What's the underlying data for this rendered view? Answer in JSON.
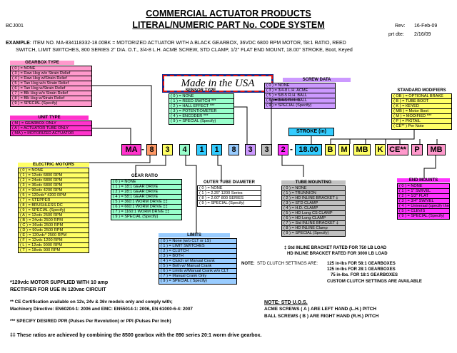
{
  "header": {
    "title1": "COMMERCIAL ACTUATOR PRODUCTS",
    "title2": "LITERAL/NUMERIC PART No. CODE SYSTEM",
    "doc_id": "BCJ001",
    "rev_label": "Rev:",
    "rev_date": "16-Feb-09",
    "prt_label": "prt dte:",
    "prt_date": "2/16/09",
    "example_label": "EXAMPLE",
    "example_line1": ": ITEM NO. MA-834118332-18.00BK = MOTORIZED ACTUATOR WITH A BLACK GEARBOX, 36VDC 6800 RPM MOTOR, 58:1 RATIO, REED",
    "example_line2": "SWITCH, LIMIT SWITCHES, 800 SERIES 2\" DIA. O.T., 3/4-8 L.H. ACME SCREW, STD CLAMP, 1/2\" FLAT END MOUNT, 18.00\" STROKE, Boot, Keyed"
  },
  "banner": {
    "text": "Made in the USA"
  },
  "gearbox_type": {
    "title": "GEARBOX TYPE",
    "rows": [
      "( 0 ) = NONE",
      "( 3 ) = Raw Hsg w/o Strain Relief",
      "( 4 ) = Raw Hsg w/Strain Relief",
      "( 5 ) = Tan Hsg w/o Strain Relief",
      "( 6 ) = Tan Hsg w/Strain Relief",
      "( 7 ) = Blk Hsg w/o Strain Relief",
      "( 8 ) = Blk Hsg w/Strain Relief",
      "( 9 ) = SPECIAL (Specify)"
    ]
  },
  "unit_type": {
    "title": "UNIT TYPE",
    "rows": [
      "( M ) = GEARBOX ONLY",
      "( A ) = ACTUATOR TUBE ONLY",
      "( MA ) = MOTORIZED ACTUATOR"
    ]
  },
  "sensor_type": {
    "title": "SENSOR TYPE",
    "rows": [
      "( 0 ) = NONE",
      "( 1 ) = REED SWITCH ***",
      "( 2 ) = HALL EFFECT ***",
      "( 3 ) = POTENTIOMETER",
      "( 4 ) = ENCODER ***",
      "( 9 ) = SPECIAL (Specify)"
    ]
  },
  "screw_data": {
    "title": "SCREW DATA",
    "rows": [
      "( 0 ) = NONE",
      "( 3 ) = 3/4-8 L.H. ACME",
      "( 5 ) = 5/8-5 R.H. BALL",
      "( 8 ) = 3/4-5 R.H. BALL",
      "( 9 ) = SPECIAL (Specify)"
    ]
  },
  "std_modifiers": {
    "title": "STANDARD MODIFIERS",
    "rows": [
      "( OB ) = OPTIONAL BRAKE",
      "( B ) = TUBE BOOT",
      "( K ) = KEYED",
      "( MB ) = Motor Boot",
      "( M ) = MODIFIED ***",
      "( P ) = PIGTAIL",
      "( CE** ) Per Note"
    ]
  },
  "stroke": {
    "label": "STROKE (in)"
  },
  "part_code": {
    "codes": [
      "MA",
      "8",
      "3",
      "4",
      "1",
      "1",
      "8",
      "3",
      "3",
      "2",
      "18.00",
      "B",
      "M",
      "MB",
      "K",
      "CE**",
      "P",
      "MB"
    ],
    "dash": "-",
    "colors": [
      "#ff33cc",
      "#ff9966",
      "#ffff66",
      "#99ffcc",
      "#33ccff",
      "#33ccff",
      "#99ccff",
      "#cc99ff",
      "#c0c0c0",
      "#ff33ff",
      "#33ccff",
      "#ffff66",
      "#ffff66",
      "#ffff66",
      "#ffff66",
      "#ff99cc",
      "#ff99cc",
      "#ff99cc"
    ]
  },
  "electric_motors": {
    "title": "ELECTRIC MOTORS",
    "rows": [
      "( 0 ) = NONE",
      "( 1 ) = 12vdc 6800 RPM",
      "( 2 ) = 24vdc 6800 RPM",
      "( 3 ) = 36vdc 6800 RPM",
      "( 4 ) = 90vdc 4200 RPM",
      "( 5 ) = 120vdc* 4200 RPM",
      "( 7 ) = STEPPER",
      "( 8 ) = BRUSHLESS DC",
      "( 9 ) = SPECIAL (Specify)",
      "( A ) = 12vdc 2500 RPM",
      "( B ) = 24vdc 2500 RPM",
      "( C ) = 36vdc 2500 RPM",
      "( D ) = 90vdc 2500 RPM",
      "( E ) = 120vdc* 2500 RPM",
      "( F ) = 12vdc 1200 RPM",
      "( L ) = 12vdc 9000 RPM",
      "( T ) = 18vdc 900 RPM"
    ]
  },
  "gear_ratio": {
    "title": "GEAR RATIO",
    "rows": [
      "( 0 ) = NONE",
      "( 1 ) = 18:1 GEAR DRIVE",
      "( 2 ) = 28:1 GEAR DRIVE",
      "( 4 ) = 58:1 GEAR DRIVE",
      "( 5 ) = 360:1 WORM DRIVE ‡‡",
      "( 6 ) = 660:1 WORM DRIVE ‡‡",
      "( 7 ) = 1160:1 WORM DRIVE ‡‡",
      "( 9 ) = SPECIAL (Specify)"
    ]
  },
  "outer_tube": {
    "title": "OUTER TUBE DIAMETER",
    "rows": [
      "( 0 ) = NONE",
      "( 1 ) = 2.25\" 1200 Series",
      "( 8 ) = 2.00\" 800 SERIES",
      "( 9 ) = SPECIAL (Specify)"
    ]
  },
  "tube_mounting": {
    "title": "TUBE MOUNTING",
    "rows": [
      "( 0 ) = NONE",
      "( 1 ) = TRUNNION",
      "( 2 ) = HD INLINE BRACKET ‡",
      "( 3 ) = STD CLAMP",
      "( 4 ) = H.D. CLAMP",
      "( 5 ) = HD Long CS CLAMP",
      "( 6 ) = HD Long CLAMP",
      "( 7 ) = Std INLINE BRACKET ‡",
      "( 8 ) = HD INLINE Clamp",
      "( 9 ) = SPECIAL (Specify)"
    ]
  },
  "end_mounts": {
    "title": "END MOUNTS",
    "rows": [
      "( 0 ) = NONE",
      "( 1 ) = 1\" SWIVEL",
      "( 2 ) = 1/2\" FLAT",
      "( 3 ) = 3/4\" SWIVEL",
      "( 4 ) = Universal (specify thread)",
      "( 5 ) = CLEVIS",
      "( 9 ) = SPECIAL (Specify)"
    ]
  },
  "limits": {
    "title": "LIMITS",
    "rows": [
      "( 0 ) = None (w/o CLT or LS)",
      "( 1 ) = LIMIT SWITCHES",
      "( 2 ) = CLUTCH",
      "( 3 ) = BOTH",
      "( 4 ) = Clutch w/ Manual Crank",
      "( 5 ) = Both w/ Manual Crank",
      "( 6 ) = Limits w/Manual Crank w/o CLT",
      "( 7 ) = Manual Crank Only",
      "( 9 ) = SPECIAL ( Specify)"
    ]
  },
  "notes": {
    "bracket1": "‡ Std INLINE BRACKET RATED FOR 750 LB LOAD",
    "bracket2": "HD INLINE BRACKET RATED FOR 3000 LB LOAD",
    "note_label": "NOTE:",
    "clutch_settings_label": "STD CLUTCH SETTINGS ARE:",
    "clutch1": "125 in-lbs FOR 58:1 GEARBOXES",
    "clutch2": "125 in-lbs FOR 28:1 GEARBOXES",
    "clutch3": "75 in-lbs. FOR 18:1 GEARBOXES",
    "clutch4": "CUSTOM CLUTCH SETTINGS ARE AVAILABLE",
    "motor1": "*120vdc MOTOR SUPPLIED WITH 10 amp",
    "motor2": "RECTIFIER FOR USE IN 120vac CIRCUIT",
    "ce1": "** CE Certification available on 12v, 24v & 36v models only and comply with;",
    "ce2": "Machinery Directive: EN60204-1: 2006 and EMC: EN55014-1: 2006, EN 61000-6-4: 2007",
    "ppr": "*** SPECIFY DESIRED PPR (Pulses Per Revolution) or PPI (Pulses Per Inch)",
    "std_uos": "NOTE: STD U.O.S.",
    "acme": "ACME SCREWS ( A ) ARE LEFT HAND (L.H.) PITCH",
    "ball": "BALL SCREWS ( B ) ARE RIGHT HAND (R.H.) PITCH",
    "ratios": "‡‡ These ratios are achieved by combining the 8500 gearbox with the 890 series 20:1 worm drive gearbox."
  }
}
